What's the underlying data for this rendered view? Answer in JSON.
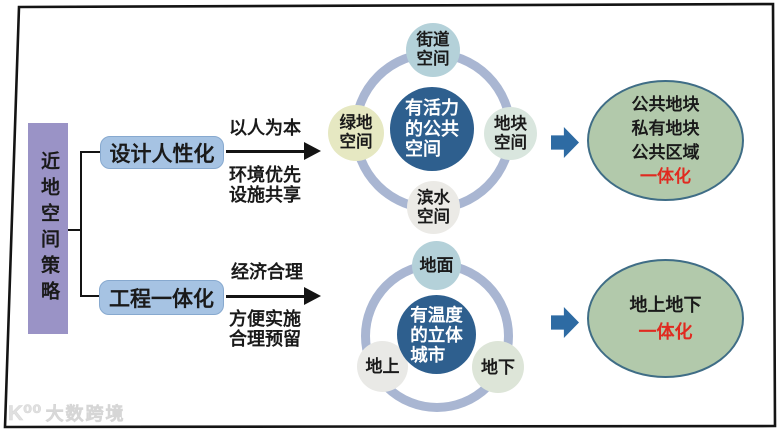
{
  "root": {
    "label": "近地空间策略"
  },
  "branches": [
    {
      "label": "设计人性化",
      "above": "以人为本",
      "below": "环境优先\n设施共享"
    },
    {
      "label": "工程一体化",
      "above": "经济合理",
      "below": "方便实施\n合理预留"
    }
  ],
  "cycles": [
    {
      "center": "有活力\n的公共\n空间",
      "satellites": [
        {
          "label": "街道\n空间"
        },
        {
          "label": "绿地\n空间"
        },
        {
          "label": "地块\n空间"
        },
        {
          "label": "滨水\n空间"
        }
      ]
    },
    {
      "center": "有温度\n的立体\n城市",
      "satellites": [
        {
          "label": "地面"
        },
        {
          "label": "地上"
        },
        {
          "label": "地下"
        }
      ]
    }
  ],
  "outcomes": [
    {
      "line1": "公共地块",
      "line2": "私有地块",
      "line3": "公共区域",
      "highlight": "一体化"
    },
    {
      "line1": "地上地下",
      "highlight": "一体化"
    }
  ],
  "watermark": {
    "logo": "K⁰⁰",
    "brand": "大数跨境"
  },
  "colors": {
    "root_bar": "#9a93c6",
    "branch_box": "#a6c3e3",
    "cycle_center": "#2e5f8e",
    "cycle_ring": "#a9b6d2",
    "satellite_street": "#b4d1d9",
    "satellite_green": "#e6e8c2",
    "satellite_block": "#d9e6de",
    "satellite_water": "#ebeae6",
    "satellite_surface": "#b4d1d9",
    "satellite_above": "#e9e9e6",
    "satellite_below": "#dde5d8",
    "outcome_fill": "#b2c9ab",
    "outcome_border": "#3f6d86",
    "block_arrow": "#2e6ba3",
    "highlight_red": "#e02a20"
  }
}
